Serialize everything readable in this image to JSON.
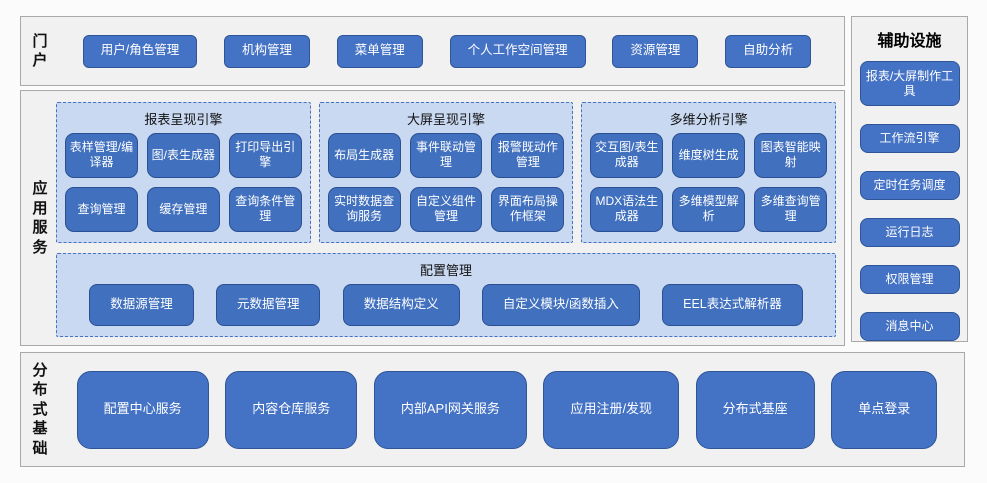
{
  "portal": {
    "label": "门户",
    "buttons": [
      "用户/角色管理",
      "机构管理",
      "菜单管理",
      "个人工作空间管理",
      "资源管理",
      "自助分析"
    ]
  },
  "app_services": {
    "label": "应用服务",
    "engines": [
      {
        "title": "报表呈现引擎",
        "buttons": [
          "表样管理/编译器",
          "图/表生成器",
          "打印导出引擎",
          "查询管理",
          "缓存管理",
          "查询条件管理"
        ]
      },
      {
        "title": "大屏呈现引擎",
        "buttons": [
          "布局生成器",
          "事件联动管理",
          "报警既动作管理",
          "实时数据查询服务",
          "自定义组件管理",
          "界面布局操作框架"
        ]
      },
      {
        "title": "多维分析引擎",
        "buttons": [
          "交互图/表生成器",
          "维度树生成",
          "图表智能映射",
          "MDX语法生成器",
          "多维模型解析",
          "多维查询管理"
        ]
      }
    ],
    "config": {
      "title": "配置管理",
      "buttons": [
        "数据源管理",
        "元数据管理",
        "数据结构定义",
        "自定义模块/函数插入",
        "EEL表达式解析器"
      ]
    }
  },
  "auxiliary": {
    "title": "辅助设施",
    "buttons": [
      "报表/大屏制作工具",
      "工作流引擎",
      "定时任务调度",
      "运行日志",
      "权限管理",
      "消息中心"
    ]
  },
  "distributed": {
    "label": "分布式基础",
    "buttons": [
      "配置中心服务",
      "内容仓库服务",
      "内部API网关服务",
      "应用注册/发现",
      "分布式基座",
      "单点登录"
    ]
  },
  "colors": {
    "button_blue": "#4472c4",
    "button_blue_dark": "#4170be",
    "button_border": "#2f5597",
    "panel_light_blue": "#c9d9f2",
    "dashed_border": "#4472c4",
    "section_bg": "#f1f1f1",
    "section_border": "#a9a9a9"
  }
}
